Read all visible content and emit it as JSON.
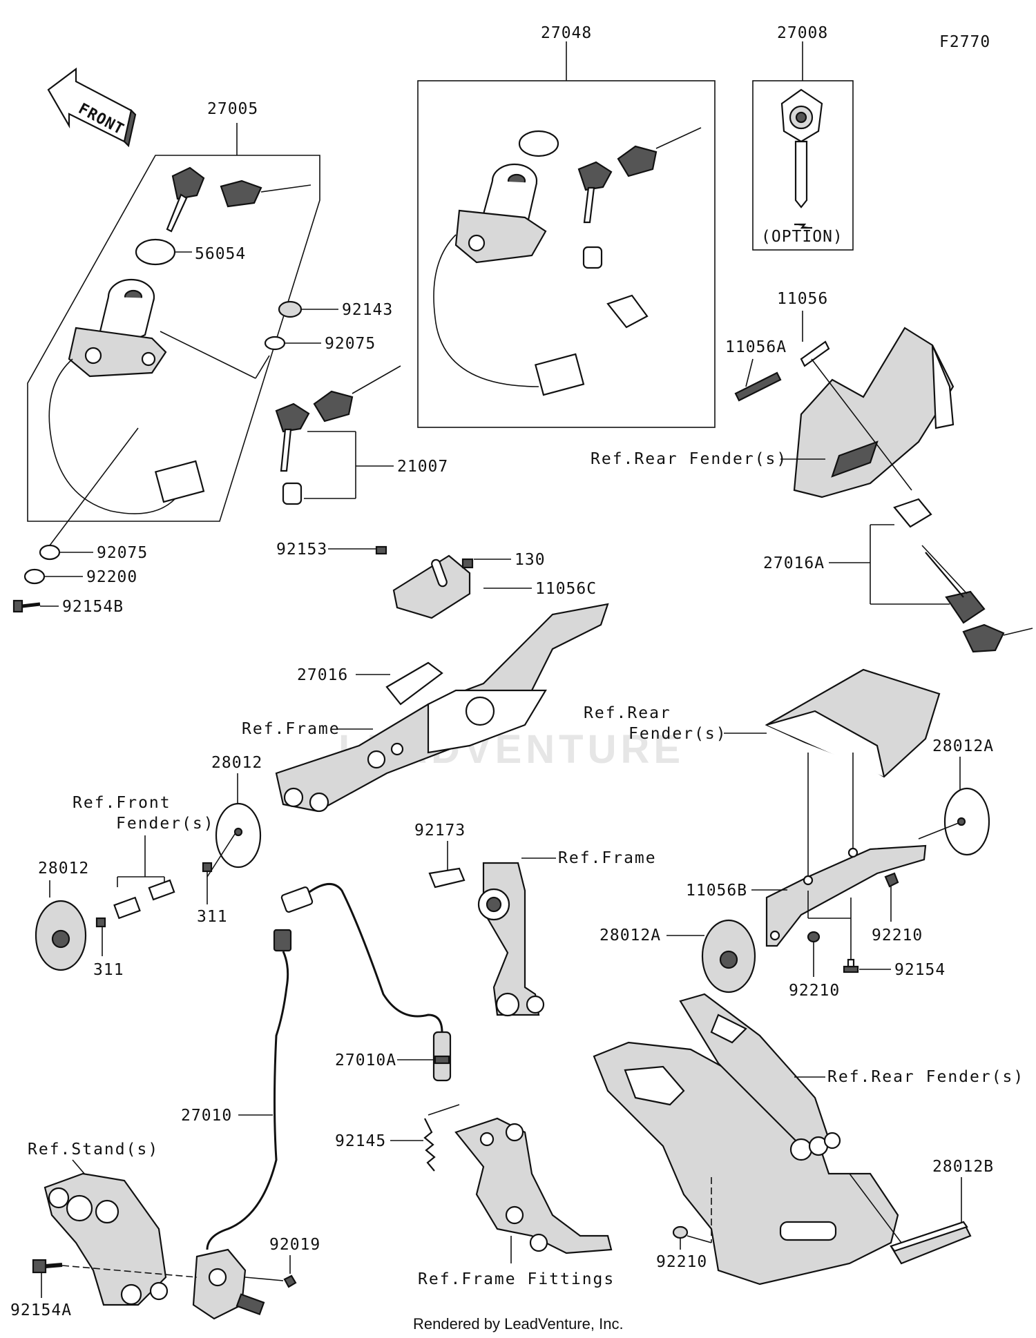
{
  "figure_code": "F2770",
  "front_arrow": "FRONT",
  "watermark": "LEADVENTURE",
  "credit": "Rendered by LeadVenture, Inc.",
  "option_note": "(OPTION)",
  "parts": {
    "p27005": "27005",
    "p56054": "56054",
    "p92143": "92143",
    "p92075a": "92075",
    "p92075b": "92075",
    "p92200": "92200",
    "p92154B": "92154B",
    "p21007": "21007",
    "p27048": "27048",
    "p27008": "27008",
    "p11056": "11056",
    "p11056A": "11056A",
    "p27016A": "27016A",
    "p92153": "92153",
    "p130": "130",
    "p11056C": "11056C",
    "p27016": "27016",
    "p28012a": "28012",
    "p28012b": "28012",
    "p311a": "311",
    "p311b": "311",
    "p28012Aa": "28012A",
    "p28012Ab": "28012A",
    "p11056B": "11056B",
    "p92210a": "92210",
    "p92210b": "92210",
    "p92210c": "92210",
    "p92154": "92154",
    "p92173": "92173",
    "p27010A": "27010A",
    "p27010": "27010",
    "p92145": "92145",
    "p92019": "92019",
    "p92154A": "92154A",
    "p28012B": "28012B"
  },
  "refs": {
    "rear_fender_1": "Ref.Rear Fender(s)",
    "frame_1": "Ref.Frame",
    "rear_fender_2a": "Ref.Rear",
    "rear_fender_2b": "Fender(s)",
    "front_fender_a": "Ref.Front",
    "front_fender_b": "Fender(s)",
    "frame_2": "Ref.Frame",
    "rear_fender_3": "Ref.Rear Fender(s)",
    "stand": "Ref.Stand(s)",
    "frame_fittings": "Ref.Frame Fittings"
  }
}
